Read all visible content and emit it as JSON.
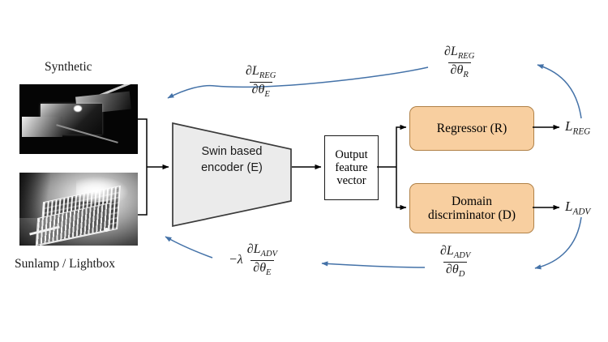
{
  "diagram": {
    "title": "Domain-adversarial Swin encoder training diagram",
    "colors": {
      "head_fill": "#f8cfa0",
      "head_border": "#b08147",
      "encoder_fill": "#ebebeb",
      "encoder_border": "#3a3a3a",
      "forward_arrow": "#000000",
      "gradient_arrow": "#4472a8"
    }
  },
  "inputs": {
    "synthetic_label": "Synthetic",
    "real_label": "Sunlamp / Lightbox"
  },
  "blocks": {
    "encoder_line1": "Swin based",
    "encoder_line2": "encoder (E)",
    "feature_line1": "Output",
    "feature_line2": "feature",
    "feature_line3": "vector",
    "regressor": "Regressor (R)",
    "discriminator_line1": "Domain",
    "discriminator_line2": "discriminator (D)"
  },
  "losses": {
    "reg": "L",
    "reg_sub": "REG",
    "adv": "L",
    "adv_sub": "ADV"
  },
  "gradients": {
    "reg_to_encoder": {
      "num_d": "∂",
      "num_L": "L",
      "num_sub": "REG",
      "den_d": "∂",
      "den_theta": "θ",
      "den_sub": "E"
    },
    "reg_to_regressor": {
      "num_d": "∂",
      "num_L": "L",
      "num_sub": "REG",
      "den_d": "∂",
      "den_theta": "θ",
      "den_sub": "R"
    },
    "adv_to_encoder": {
      "prefix": "−λ",
      "num_d": "∂",
      "num_L": "L",
      "num_sub": "ADV",
      "den_d": "∂",
      "den_theta": "θ",
      "den_sub": "E"
    },
    "adv_to_discriminator": {
      "num_d": "∂",
      "num_L": "L",
      "num_sub": "ADV",
      "den_d": "∂",
      "den_theta": "θ",
      "den_sub": "D"
    }
  }
}
